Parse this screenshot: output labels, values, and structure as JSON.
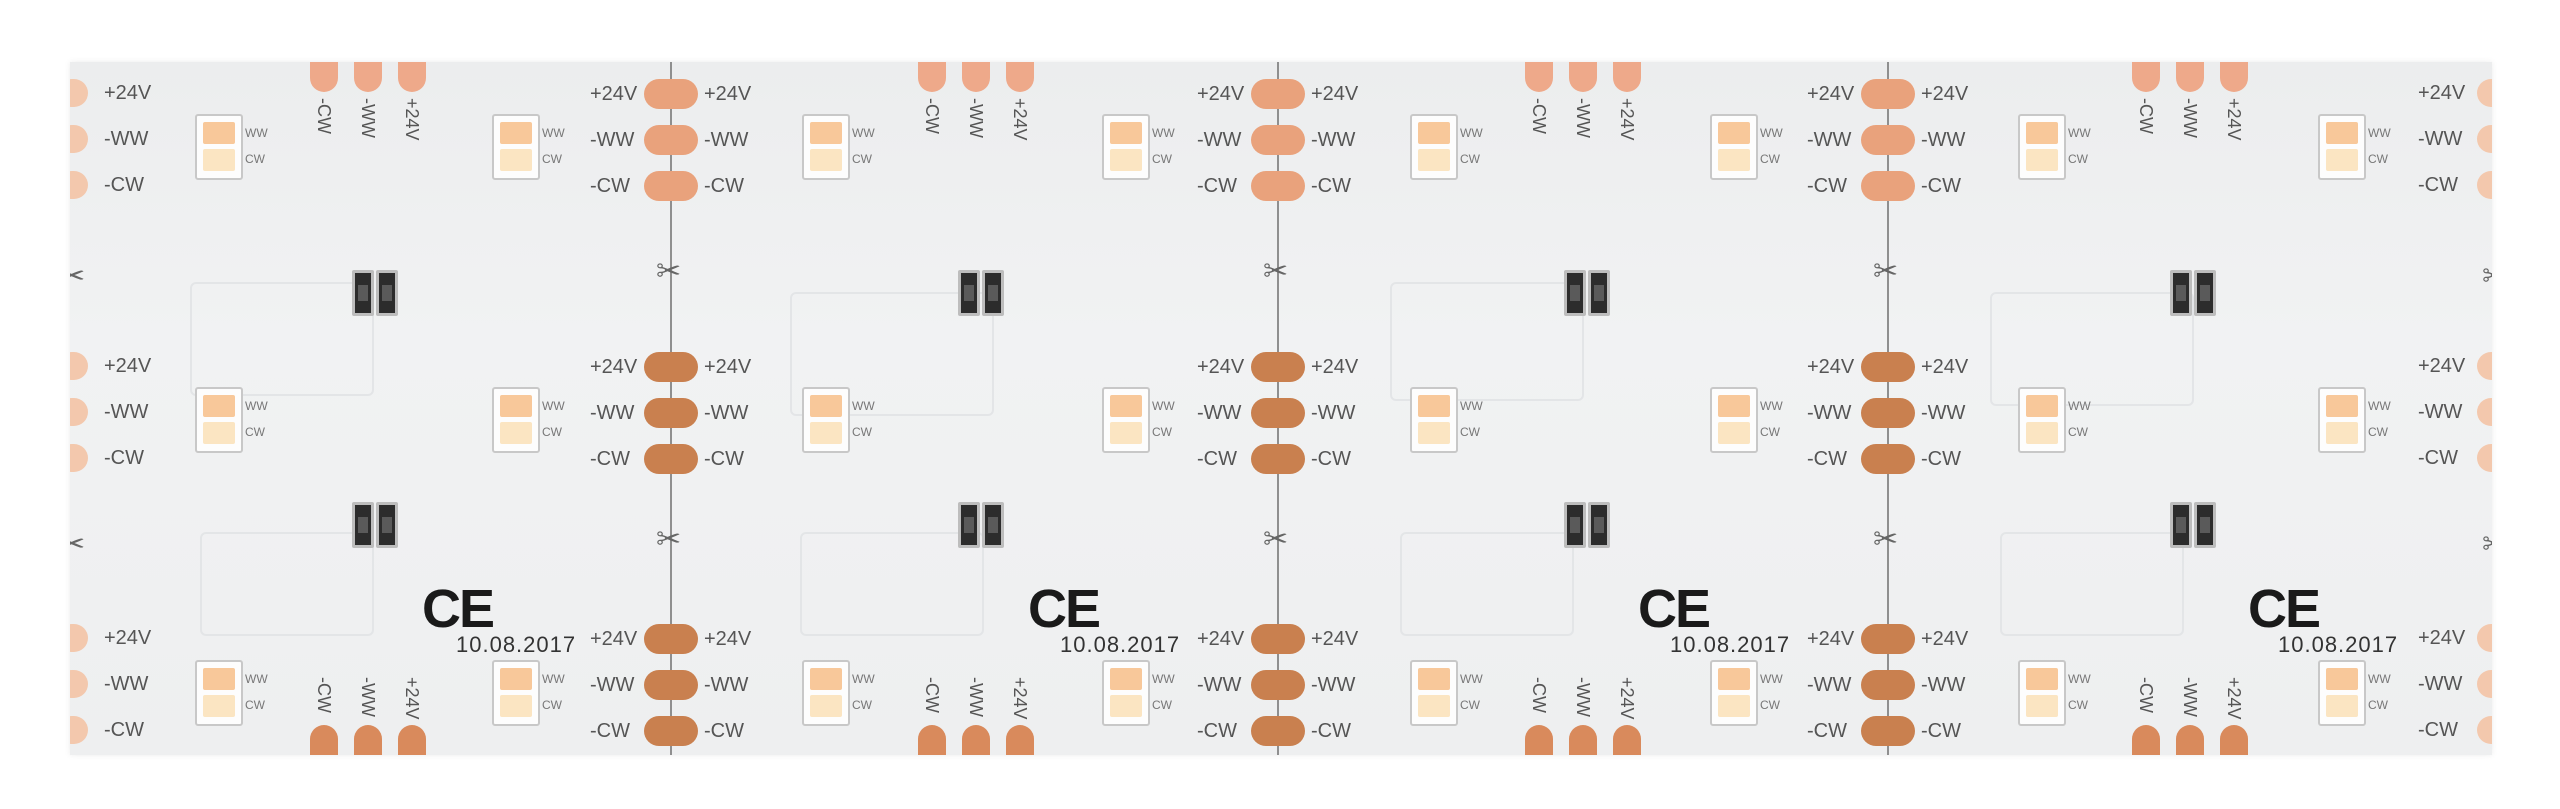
{
  "pads": {
    "plus": "+24V",
    "ww": "-WW",
    "cw": "-CW"
  },
  "led": {
    "ww": "WW",
    "cw": "CW"
  },
  "marking": {
    "ce": "CE",
    "date": "10.08.2017"
  },
  "cut_symbol": "✂",
  "colors": {
    "strip": "#eeeff0",
    "pad": "#e9a27c",
    "pad_dark": "#c9804f",
    "led_warm": "#f8c89a",
    "led_cold": "#fbe5c2"
  }
}
